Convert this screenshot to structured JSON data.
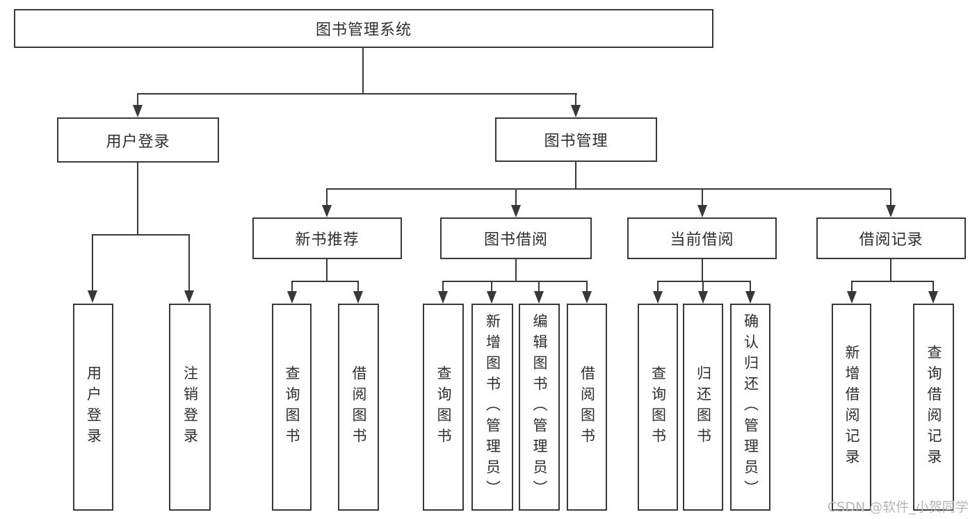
{
  "diagram_title": "图书管理系统",
  "tree": {
    "label": "图书管理系统",
    "children": [
      {
        "label": "用户登录",
        "children": [
          {
            "label": "用户登录"
          },
          {
            "label": "注销登录"
          }
        ]
      },
      {
        "label": "图书管理",
        "children": [
          {
            "label": "新书推荐",
            "children": [
              {
                "label": "查询图书"
              },
              {
                "label": "借阅图书"
              }
            ]
          },
          {
            "label": "图书借阅",
            "children": [
              {
                "label": "查询图书"
              },
              {
                "label": "新增图书（管理员）"
              },
              {
                "label": "编辑图书（管理员）"
              },
              {
                "label": "借阅图书"
              }
            ]
          },
          {
            "label": "当前借阅",
            "children": [
              {
                "label": "查询图书"
              },
              {
                "label": "归还图书"
              },
              {
                "label": "确认归还（管理员）"
              }
            ]
          },
          {
            "label": "借阅记录",
            "children": [
              {
                "label": "新增借阅记录"
              },
              {
                "label": "查询借阅记录"
              }
            ]
          }
        ]
      }
    ]
  },
  "watermark": {
    "text": "CSDN @软件_小贺同学"
  },
  "colors": {
    "line": "#383838",
    "border": "#383838",
    "text": "#2e2e2e",
    "background": "#ffffff",
    "watermark": "#b6b6b6"
  }
}
